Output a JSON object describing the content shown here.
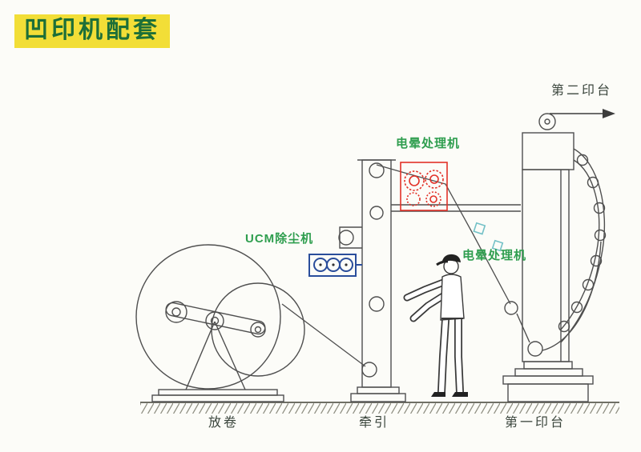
{
  "title": "凹印机配套",
  "labels": {
    "second_print_station": "第二印台",
    "corona_treater_top": "电晕处理机",
    "ucm_dust_remover": "UCM除尘机",
    "corona_treater_mid": "电晕处理机",
    "unwinder": "放卷",
    "traction": "牵引",
    "first_print_station": "第一印台"
  },
  "colors": {
    "title_text": "#1d6f38",
    "title_background": "#f2de37",
    "label_green": "#2f9e4f",
    "label_dark": "#3a453c",
    "line_art": "#4f4f4f",
    "corona_red": "#e23128",
    "ucm_blue": "#2a4d9b",
    "electrode_teal": "#74c1c7",
    "ground_hatch": "#8e8e82",
    "background": "#fcfcf8"
  }
}
